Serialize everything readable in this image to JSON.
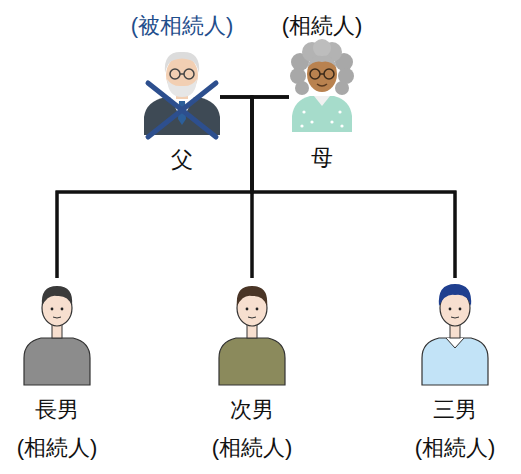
{
  "diagram": {
    "nodes": [
      {
        "text": [
          "(被相続人)",
          "父"
        ]
      },
      {
        "text": [
          "(相続人)",
          "母"
        ]
      },
      {
        "text": [
          "長男",
          "(相続人)"
        ]
      },
      {
        "text": [
          "次男",
          "(相続人)"
        ]
      },
      {
        "text": [
          "三男",
          "(相続人)"
        ]
      }
    ],
    "edges": [
      {
        "from": 0,
        "to": 1,
        "arrow": "none"
      },
      {
        "from": 0,
        "to": 2,
        "arrow": "none"
      },
      {
        "from": 0,
        "to": 3,
        "arrow": "none"
      },
      {
        "from": 0,
        "to": 4,
        "arrow": "none"
      },
      {
        "from": 1,
        "to": 2,
        "arrow": "none"
      },
      {
        "from": 1,
        "to": 3,
        "arrow": "none"
      },
      {
        "from": 1,
        "to": 4,
        "arrow": "none"
      }
    ]
  }
}
